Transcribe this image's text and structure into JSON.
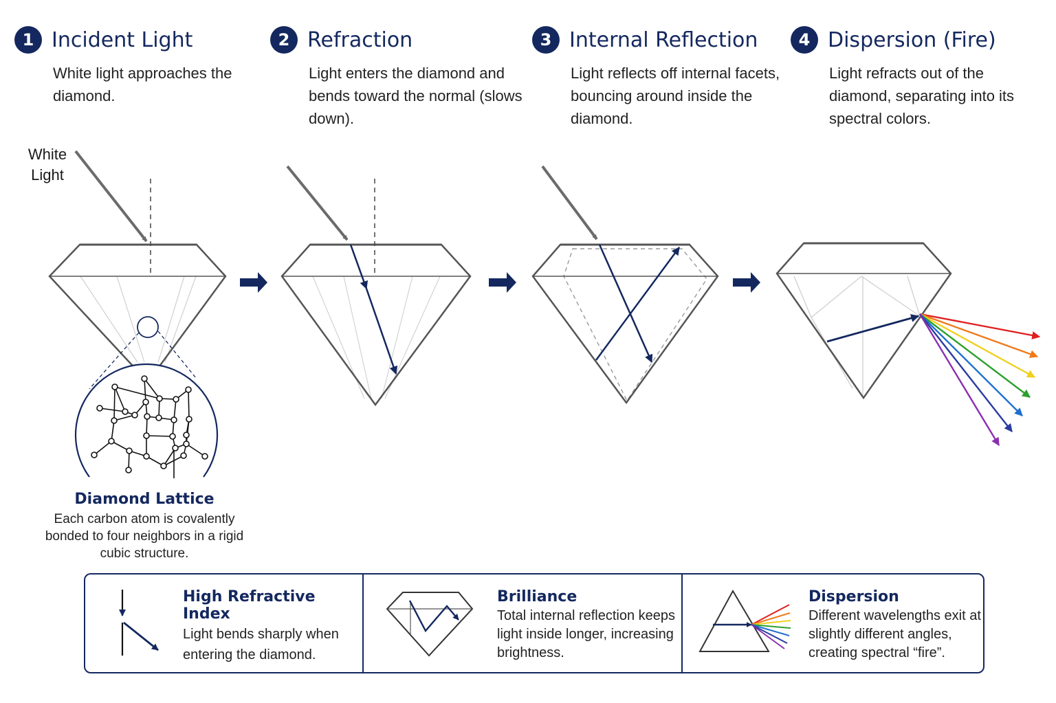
{
  "steps": [
    {
      "number": "1",
      "title": "Incident Light",
      "description": "White light approaches the diamond."
    },
    {
      "number": "2",
      "title": "Refraction",
      "description": "Light enters the diamond and bends toward the normal (slows down)."
    },
    {
      "number": "3",
      "title": "Internal Reflection",
      "description": "Light reflects off internal facets, bouncing around inside the diamond."
    },
    {
      "number": "4",
      "title": "Dispersion (Fire)",
      "description": "Light refracts out of the diamond, separating into its spectral colors."
    }
  ],
  "labels": {
    "white_light": "White Light"
  },
  "lattice": {
    "title": "Diamond Lattice",
    "description": "Each carbon atom is covalently bonded to four neighbors in a rigid cubic structure."
  },
  "summary": [
    {
      "title": "High Refractive Index",
      "description": "Light bends sharply when entering the diamond."
    },
    {
      "title": "Brilliance",
      "description": "Total internal reflection keeps light inside longer, increasing brightness."
    },
    {
      "title": "Dispersion",
      "description": "Different wavelengths exit at slightly different angles, creating spectral “fire”."
    }
  ],
  "colors": {
    "navy": "#14285f",
    "outline": "#555555",
    "incident_ray": "#6b6b6b",
    "spectrum": [
      "#e02020",
      "#f07a1a",
      "#f0d020",
      "#2ca02c",
      "#1f6fd0",
      "#2a3aa0",
      "#8a2fb0"
    ]
  }
}
